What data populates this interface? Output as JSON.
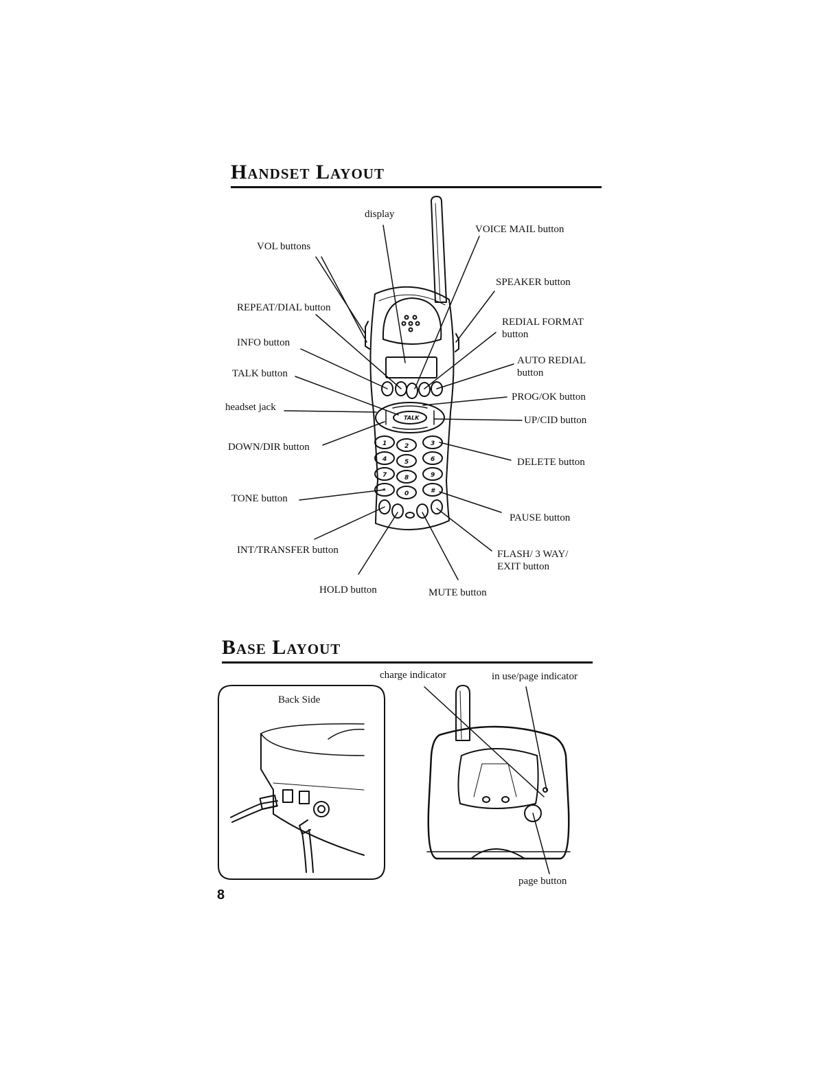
{
  "page_number": "8",
  "handset_layout": {
    "title": "Handset Layout",
    "labels": {
      "display": "display",
      "voice_mail": "VOICE MAIL button",
      "vol": "VOL buttons",
      "speaker": "SPEAKER button",
      "repeat_dial": "REPEAT/DIAL button",
      "redial_format_1": "REDIAL FORMAT",
      "redial_format_2": "button",
      "info": "INFO button",
      "auto_redial_1": "AUTO REDIAL",
      "auto_redial_2": "button",
      "talk": "TALK button",
      "prog_ok": "PROG/OK button",
      "headset_jack": "headset jack",
      "up_cid": "UP/CID button",
      "down_dir": "DOWN/DIR button",
      "delete": "DELETE button",
      "tone": "TONE button",
      "pause": "PAUSE button",
      "int_transfer": "INT/TRANSFER button",
      "flash_1": "FLASH/ 3 WAY/",
      "flash_2": "EXIT button",
      "hold": "HOLD button",
      "mute": "MUTE button"
    },
    "keypad": [
      "1",
      "2",
      "3",
      "4",
      "5",
      "6",
      "7",
      "8",
      "9",
      "*",
      "0",
      "#"
    ],
    "talk_key": "TALK"
  },
  "base_layout": {
    "title": "Base Layout",
    "labels": {
      "charge_indicator": "charge indicator",
      "in_use_page": "in use/page indicator",
      "back_side": "Back Side",
      "page_button": "page button"
    }
  }
}
